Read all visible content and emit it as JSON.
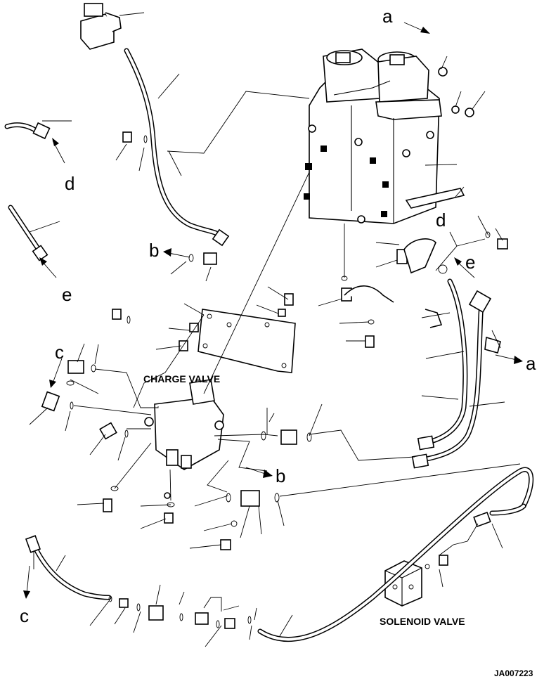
{
  "labels": {
    "charge_valve": "CHARGE VALVE",
    "solenoid_valve": "SOLENOID VALVE",
    "drawing_id": "JA007223",
    "ref_a_top": "a",
    "ref_a_right": "a",
    "ref_b_mid": "b",
    "ref_b_low": "b",
    "ref_c_left": "c",
    "ref_c_bottom": "c",
    "ref_d_top": "d",
    "ref_d_left": "d",
    "ref_e_left": "e",
    "ref_e_right": "e"
  },
  "colors": {
    "line": "#000000",
    "background": "#ffffff"
  }
}
